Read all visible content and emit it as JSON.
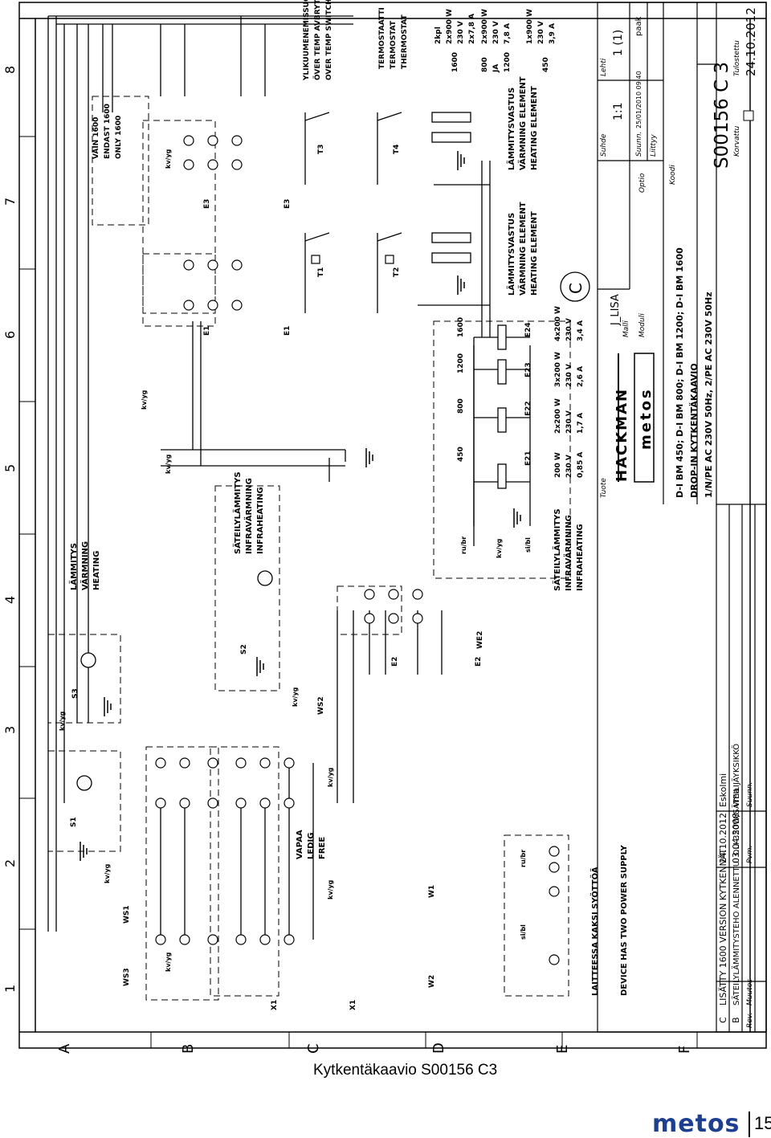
{
  "caption": "Kytkentäkaavio S00156 C3",
  "footer": {
    "logo": "metos",
    "page": "15"
  },
  "grid": {
    "cols": [
      "1",
      "2",
      "3",
      "4",
      "5",
      "6",
      "7",
      "8"
    ],
    "rows": [
      "A",
      "B",
      "C",
      "D",
      "E",
      "F"
    ]
  },
  "labels": {
    "laitteessa": "LAITTEESSA KAKSI SYÖTTÖÄ",
    "device_two_supply": "DEVICE HAS TWO POWER SUPPLY",
    "vapaa": "VAPAA",
    "ledig": "LEDIG",
    "free": "FREE",
    "lammitys": "LÄMMITYS",
    "varmning": "VÄRMNING",
    "heating": "HEATING",
    "sateily1": "SÄTEILYLÄMMITYS",
    "infravarm1": "INFRAVÄRMNING",
    "infraheat1": "INFRAHEATING",
    "sateily2": "SÄTEILYLÄMMITYS",
    "infravarm2": "INFRAVÄRMNING",
    "infraheat2": "INFRAHEATING",
    "vain1600": "VAIN 1600",
    "endast1600": "ENDAST 1600",
    "only1600": "ONLY 1600",
    "ylikuumen": "YLIKUUMENEMISSUOJA",
    "overtemp": "ÖVER TEMP AVBRYTARE",
    "overswitch": "OVER TEMP SWITCH",
    "termostaatti": "TERMOSTAATTI",
    "termostat": "TERMOSTAT",
    "thermostat": "THERMOSTAT",
    "lvastus1": "LÄMMITYSVASTUS",
    "varmel1": "VÄRMNING ELEMENT",
    "heatel1": "HEATING ELEMENT",
    "lvastus2": "LÄMMITYSVASTUS",
    "varmel2": "VÄRMNING ELEMENT",
    "heatel2": "HEATING ELEMENT",
    "rev_circle": "C"
  },
  "ratings_infra": {
    "models": [
      "450",
      "800",
      "1200",
      "1600"
    ],
    "power": [
      "200 W",
      "2x200 W",
      "3x200 W",
      "4x200 W"
    ],
    "voltage": [
      "230 V",
      "230 V",
      "230 V",
      "230 V"
    ],
    "current": [
      "0,85 A",
      "1,7 A",
      "2,6 A",
      "3,4 A"
    ]
  },
  "ratings_heat": {
    "r1600": [
      "1600",
      "2kpl",
      "2x900 W",
      "230 V",
      "2x7,8 A"
    ],
    "r800": [
      "800",
      "JA",
      "1200",
      "2x900 W",
      "230 V",
      "7,8 A"
    ],
    "r450": [
      "450",
      "1x900 W",
      "230 V",
      "3,9 A"
    ]
  },
  "components": [
    "X1",
    "X1",
    "WS3",
    "WS1",
    "S1",
    "S3",
    "S2",
    "WS2",
    "W1",
    "W2",
    "WE2",
    "E1",
    "E1",
    "E2",
    "E2",
    "E3",
    "E3",
    "T1",
    "T2",
    "T3",
    "T4",
    "E21",
    "E22",
    "E23",
    "E24"
  ],
  "wire_colors": [
    "kv/yg",
    "si/bl",
    "ru/br"
  ],
  "title_block": {
    "revisions": [
      {
        "rev": "C",
        "change": "LISÄTTY 1600 VERSION KYTKENNÄT",
        "date": "24.10.2012",
        "by": "Eskolmi"
      },
      {
        "rev": "B",
        "change": "SÄTEILYLÄMMITYSTEHO ALENNETTU. OLI 350W/SÄTEILIJÄYKSIKKÖ",
        "date": "03.04.2008",
        "by": "vma"
      }
    ],
    "hdr_rev": "Rev.",
    "hdr_change": "Muutos",
    "hdr_date": "Pvm.",
    "hdr_by": "Suunn.",
    "brand1": "HACKMAN",
    "brand2": "metos",
    "tuote_lbl": "Tuote",
    "tuote": "J_LISA",
    "malli_lbl": "Malli",
    "moduli_lbl": "Moduli",
    "optio_lbl": "Optio",
    "suhde_lbl": "Suhde",
    "suhde": "1:1",
    "lehti_lbl": "Lehti",
    "lehti": "1 (1)",
    "suunn_lbl": "Suunn.",
    "suunn": "25/01/2010 09:40",
    "paak": "paak",
    "liittyy_lbl": "Liittyy",
    "koodi_lbl": "Koodi",
    "title1": "D-I BM 450; D-I BM 800; D-I BM 1200; D-I BM 1600",
    "title2": "DROP-IN KYTKENTÄKAAVIO",
    "title3": "1/N/PE AC 230V 50Hz, 2/PE AC 230V 50Hz",
    "drawing_no": "S00156 C 3",
    "korvattu_lbl": "Korvattu",
    "tulostettu_lbl": "Tulostettu",
    "tulostettu": "24.10.2012"
  }
}
